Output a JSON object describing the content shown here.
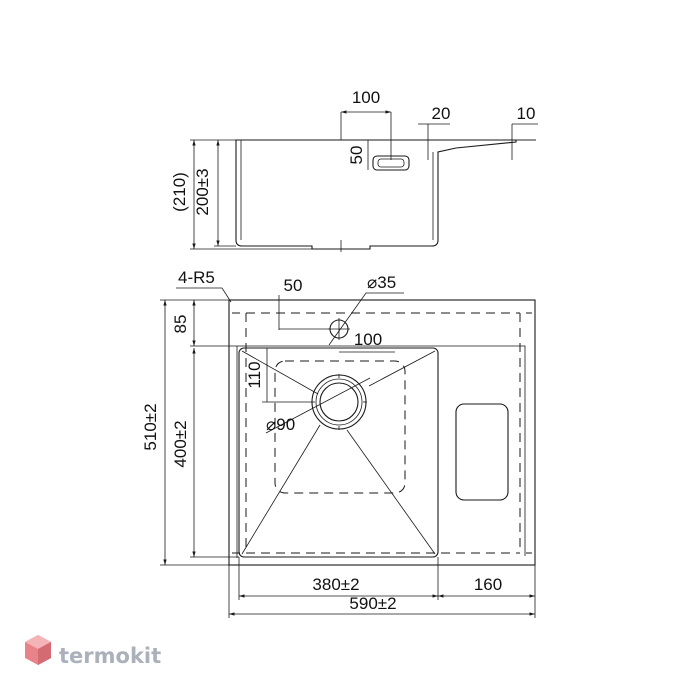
{
  "side_view": {
    "dims": {
      "top_width": "100",
      "flange_20": "20",
      "flange_10": "10",
      "overflow_height": "50",
      "total_height": "(210)",
      "bowl_depth": "200±3"
    }
  },
  "top_view": {
    "dims": {
      "corner_radius": "4-R5",
      "tap_offset": "50",
      "tap_hole_diameter": "⌀35",
      "tap_to_drain": "100",
      "drain_offset": "110",
      "drain_diameter": "⌀90",
      "flange_depth": "85",
      "bowl_length": "400±2",
      "total_length": "510±2",
      "bowl_width": "380±2",
      "wing_width": "160",
      "total_width": "590±2"
    }
  },
  "brand": {
    "name": "termokit",
    "color": "#aab1bb",
    "accent": "#e8838a",
    "icon": "hexagon-cube-icon"
  }
}
